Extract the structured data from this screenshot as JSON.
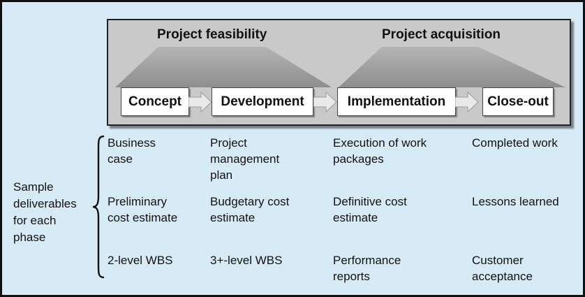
{
  "groups": [
    {
      "label": "Project feasibility"
    },
    {
      "label": "Project acquisition"
    }
  ],
  "phases": [
    {
      "label": "Concept"
    },
    {
      "label": "Development"
    },
    {
      "label": "Implementation"
    },
    {
      "label": "Close-out"
    }
  ],
  "side_label": "Sample\ndeliverables\nfor each\nphase",
  "deliverables": [
    [
      "Business\ncase",
      "Project\nmanagement\nplan",
      "Execution of work\npackages",
      "Completed work"
    ],
    [
      "Preliminary\ncost estimate",
      "Budgetary cost\nestimate",
      "Definitive cost\nestimate",
      "Lessons learned"
    ],
    [
      "2-level WBS",
      "3+-level WBS",
      "Performance\nreports",
      "Customer\nacceptance"
    ]
  ],
  "colors": {
    "background": "#d7ebf7",
    "panel": "#c9c9c9",
    "trapezoid_light": "#a8a8a8",
    "trapezoid_dark": "#8e8e8e",
    "arrow": "#e9e9e9",
    "box": "#ffffff"
  }
}
